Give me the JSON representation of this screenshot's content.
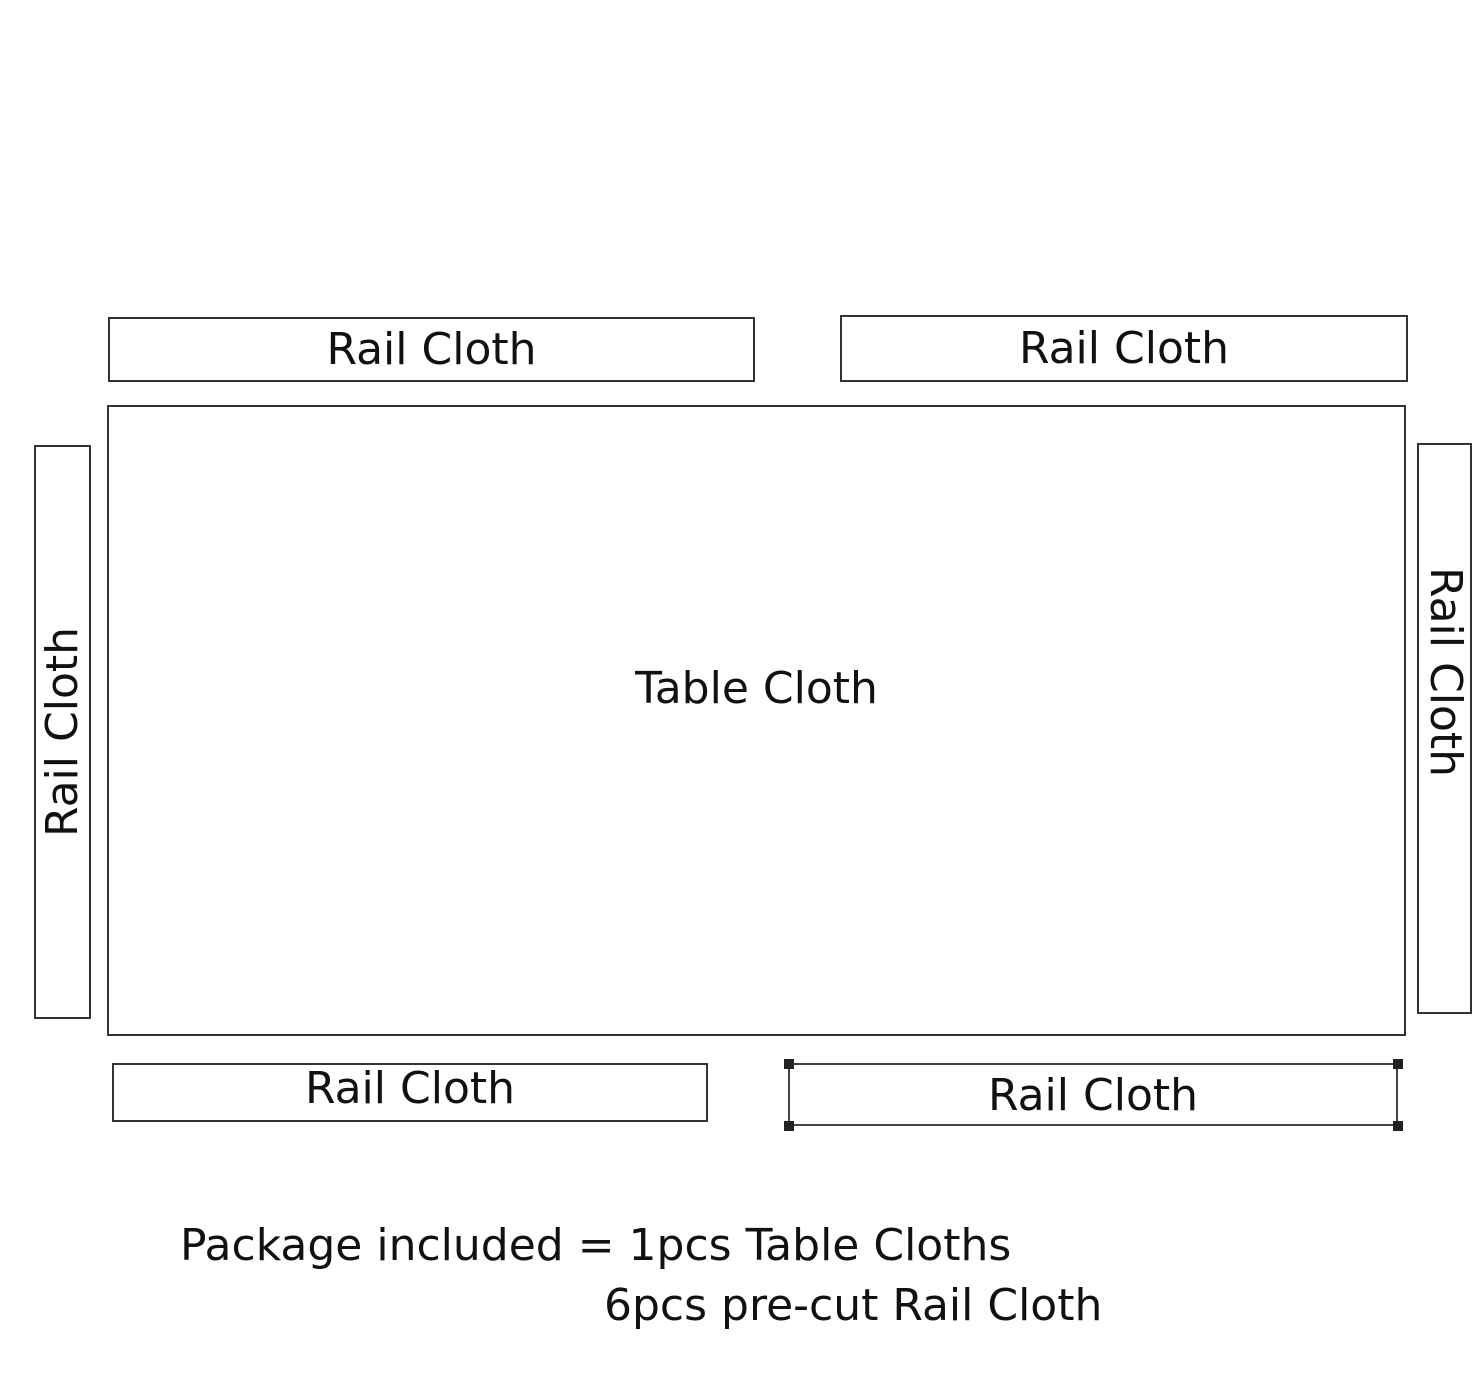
{
  "table": {
    "label": "Table Cloth"
  },
  "rails": {
    "top_left": "Rail Cloth",
    "top_right": "Rail Cloth",
    "left": "Rail Cloth",
    "right": "Rail Cloth",
    "bottom_left": "Rail Cloth",
    "bottom_right": "Rail Cloth"
  },
  "package": {
    "line1": "Package included = 1pcs Table Cloths",
    "line2": "6pcs pre-cut Rail Cloth"
  }
}
